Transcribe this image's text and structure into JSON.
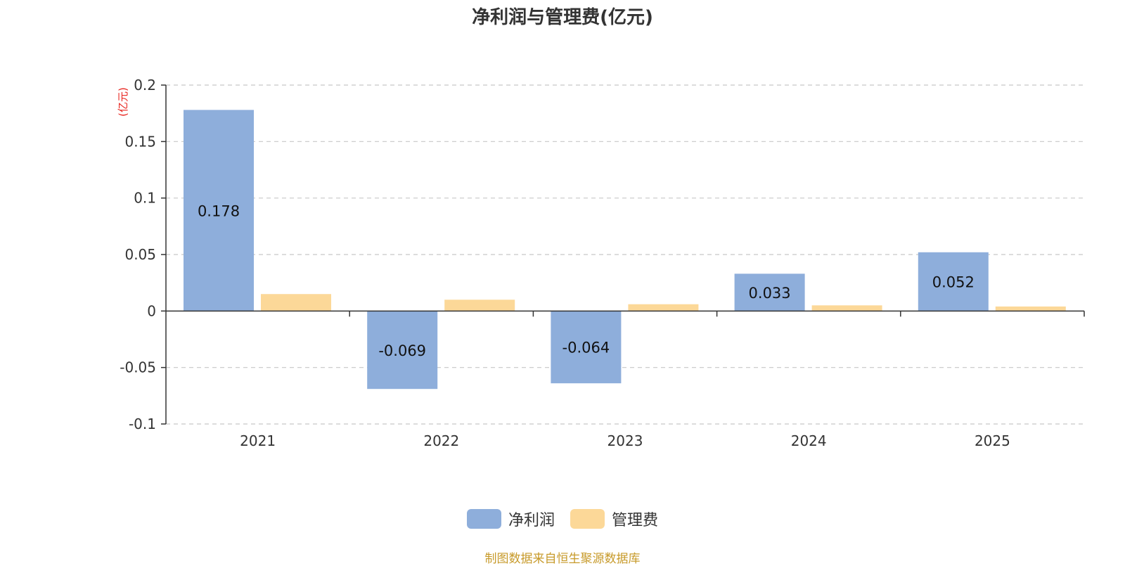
{
  "chart_data": {
    "type": "bar",
    "title": "净利润与管理费(亿元)",
    "ylabel": "(亿元)",
    "xlabel": "",
    "categories": [
      "2021",
      "2022",
      "2023",
      "2024",
      "2025"
    ],
    "series": [
      {
        "name": "净利润",
        "values": [
          0.178,
          -0.069,
          -0.064,
          0.033,
          0.052
        ],
        "labels": [
          "0.178",
          "-0.069",
          "-0.064",
          "0.033",
          "0.052"
        ]
      },
      {
        "name": "管理费",
        "values": [
          0.015,
          0.01,
          0.006,
          0.005,
          0.004
        ]
      }
    ],
    "ylim": [
      -0.1,
      0.2
    ],
    "yticks": [
      0.2,
      0.15,
      0.1,
      0.05,
      0,
      -0.05,
      -0.1
    ],
    "ytick_labels": [
      "0.2",
      "0.15",
      "0.1",
      "0.05",
      "0",
      "-0.05",
      "-0.1"
    ],
    "grid": true,
    "legend_position": "bottom-center",
    "colors": {
      "净利润": "#8eaedb",
      "管理费": "#fcd898",
      "ylabel": "#e8251f",
      "grid": "#c8c8c8",
      "axis": "#333333"
    }
  },
  "source_note": "制图数据来自恒生聚源数据库"
}
